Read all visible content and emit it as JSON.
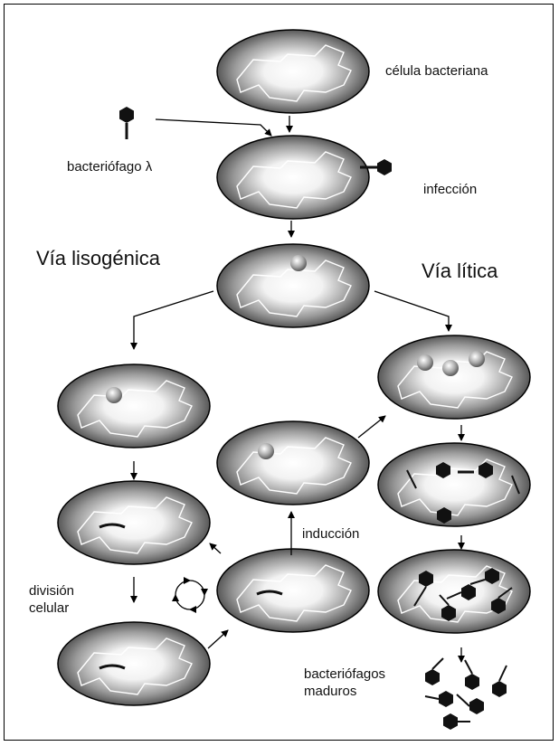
{
  "labels": {
    "bacterial_cell": "célula bacteriana",
    "bacteriophage": "bacteriófago λ",
    "infection": "infección",
    "lysogenic_path": "Vía lisogénica",
    "lytic_path": "Vía lítica",
    "induction": "inducción",
    "cell_division": "división celular",
    "mature_phages": "bacteriófagos maduros"
  },
  "colors": {
    "cell_outer": "#2b2b2b",
    "cell_inner": "#ffffff",
    "prophage_dot": "#9a9a9a",
    "phage_head": "#111111",
    "stroke": "#000000"
  }
}
